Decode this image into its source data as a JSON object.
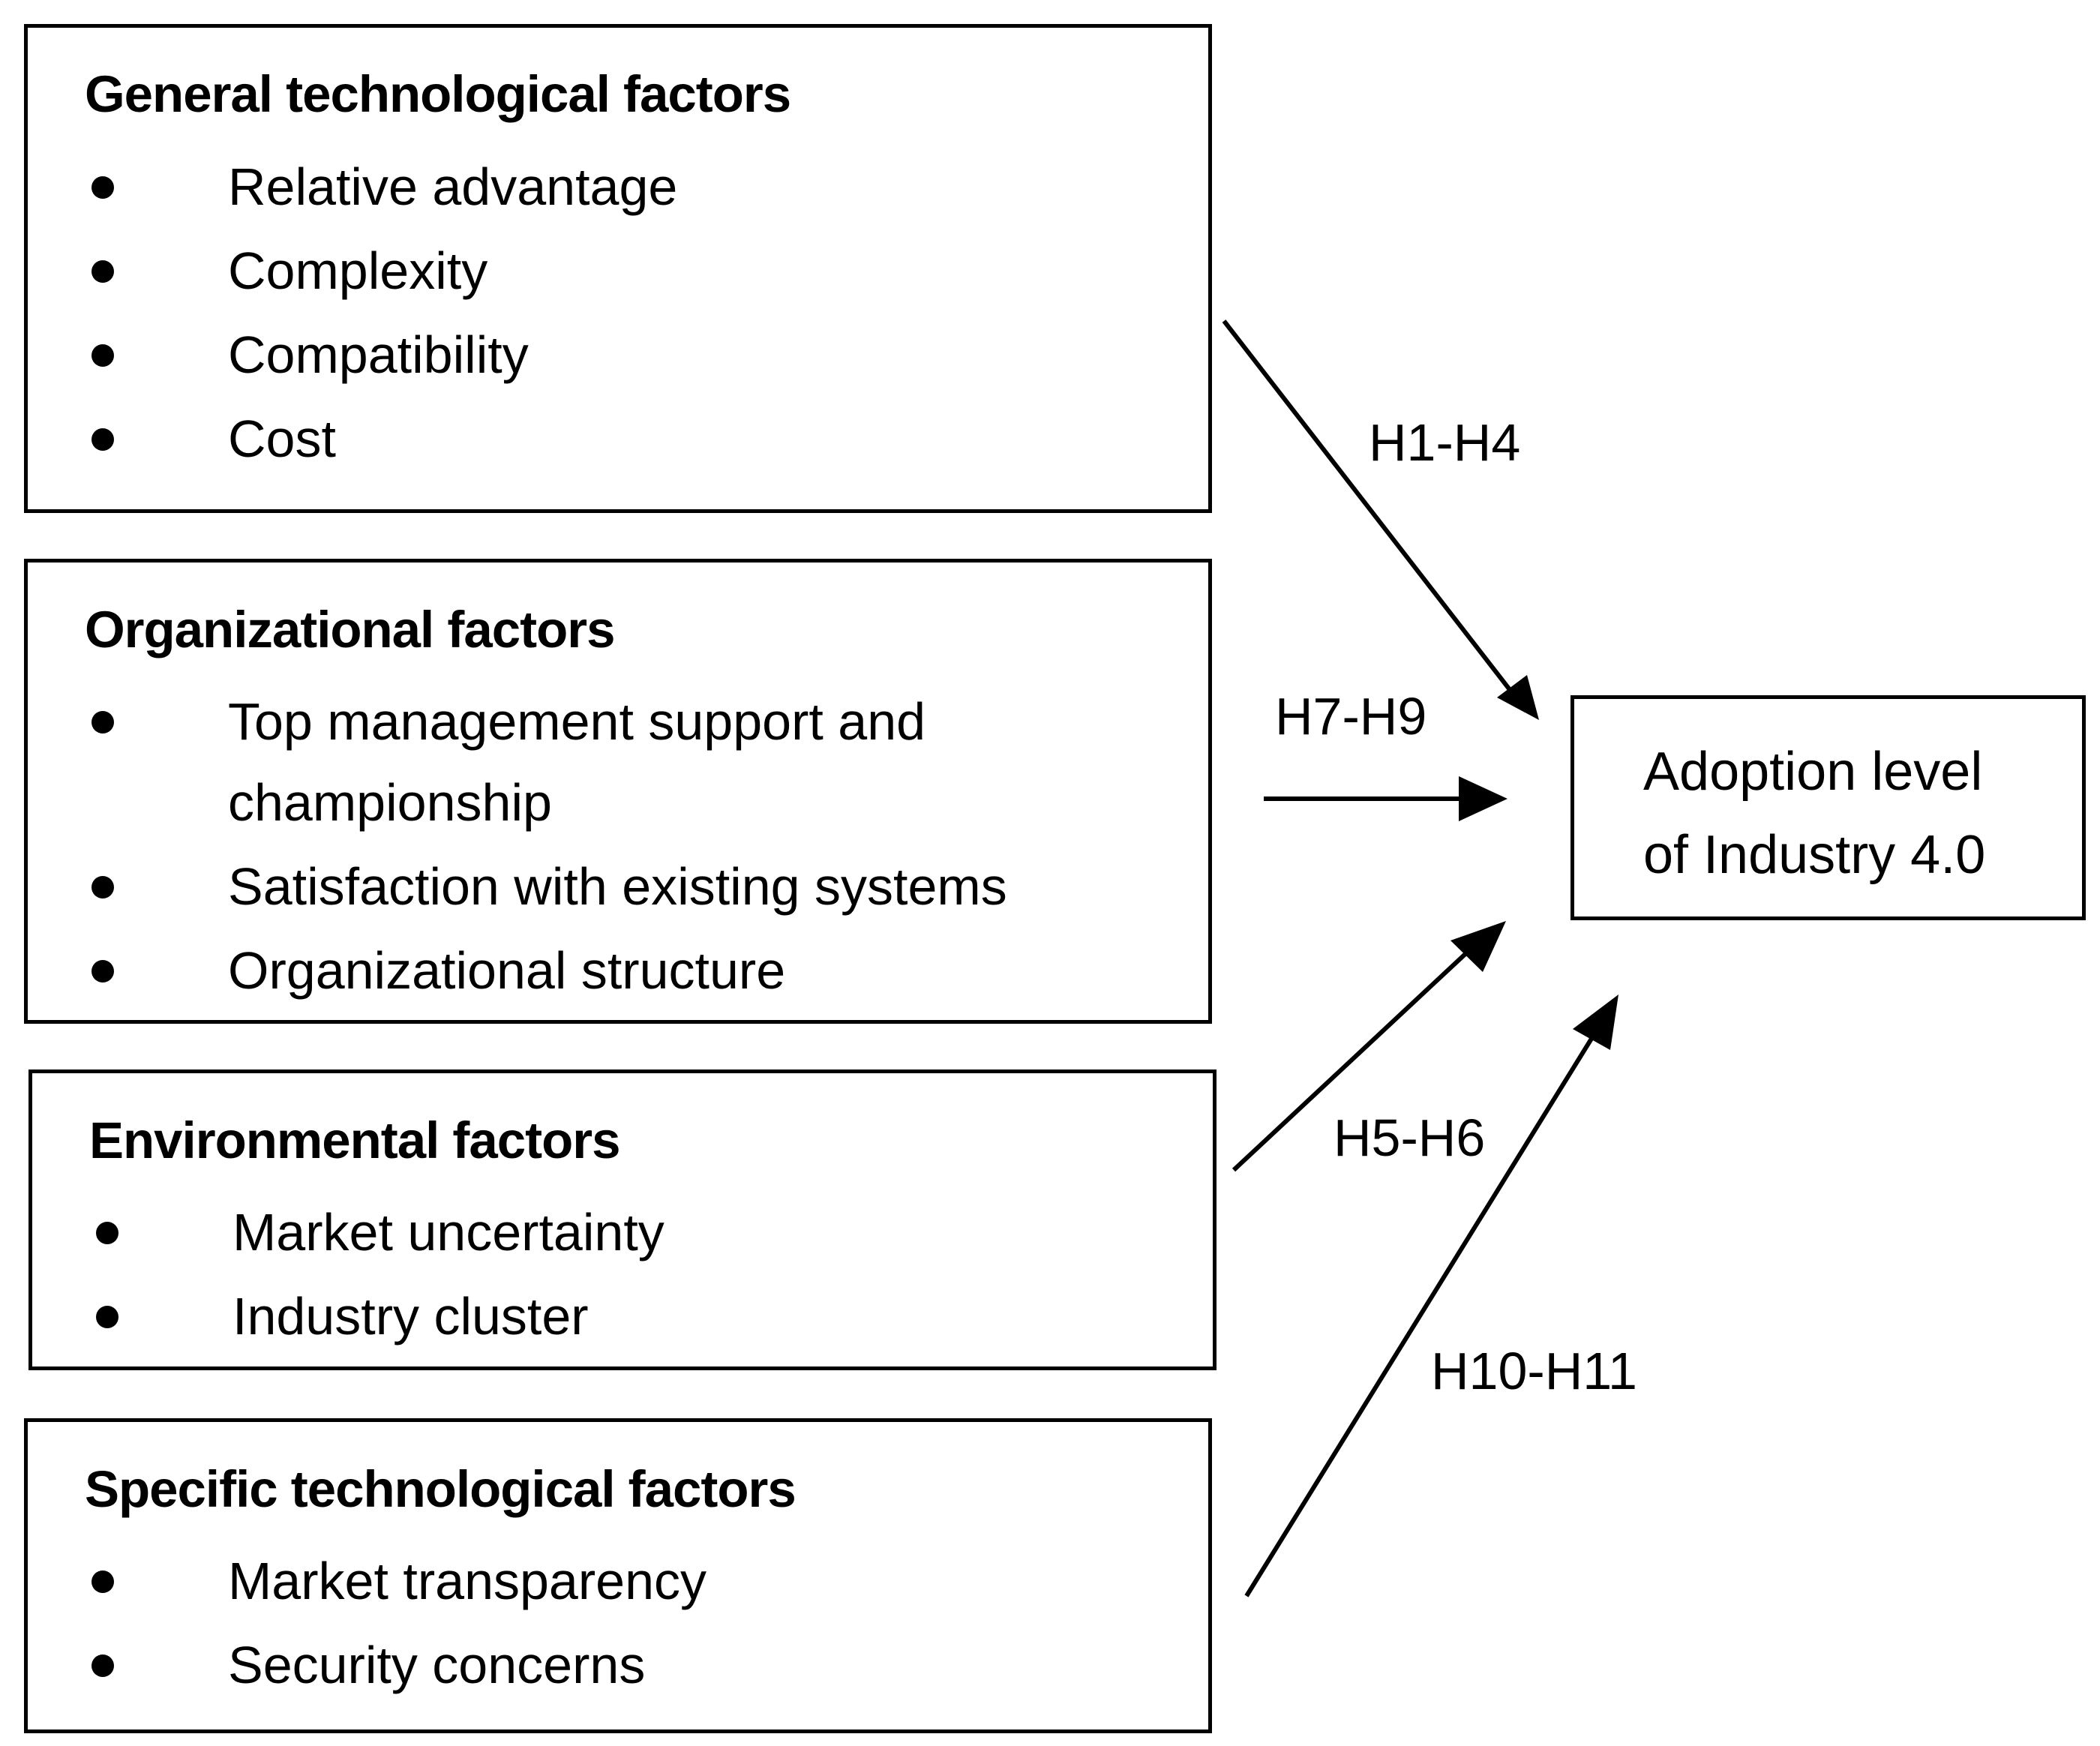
{
  "factor_groups": [
    {
      "title": "General technological factors",
      "items": [
        "Relative advantage",
        "Complexity",
        "Compatibility",
        "Cost"
      ]
    },
    {
      "title": "Organizational factors",
      "items": [
        "Top management support and championship",
        "Satisfaction with existing systems",
        "Organizational structure"
      ]
    },
    {
      "title": "Environmental factors",
      "items": [
        "Market uncertainty",
        "Industry cluster"
      ]
    },
    {
      "title": "Specific technological factors",
      "items": [
        "Market transparency",
        "Security concerns"
      ]
    }
  ],
  "outcome": {
    "line1": "Adoption level",
    "line2": "of Industry 4.0"
  },
  "hypotheses": {
    "tech": "H1-H4",
    "org": "H7-H9",
    "env": "H5-H6",
    "spec": "H10-H11"
  }
}
